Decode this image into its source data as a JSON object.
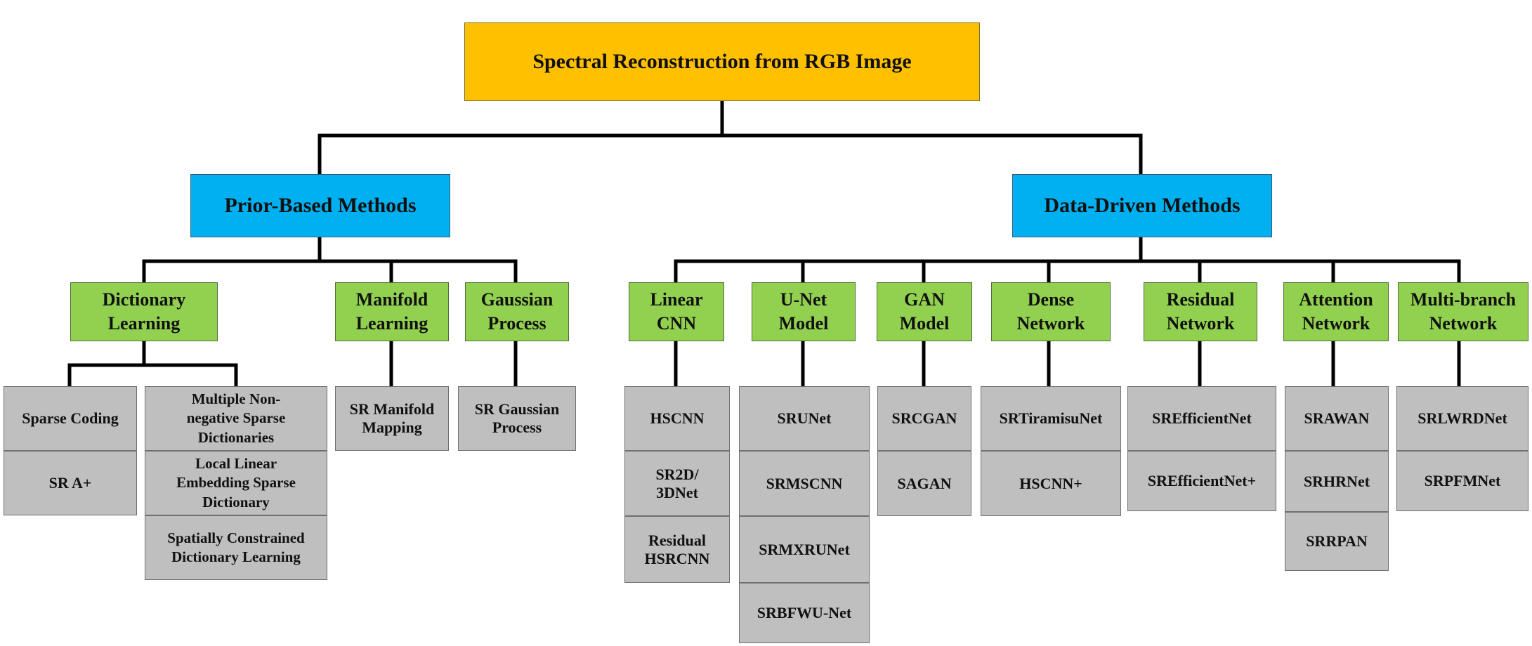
{
  "colors": {
    "root": "#ffc000",
    "category": "#00b0f0",
    "subcategory": "#92d050",
    "leaf": "#bfbfbf",
    "connector": "#000000"
  },
  "root": {
    "label": "Spectral Reconstruction from RGB Image"
  },
  "prior": {
    "label": "Prior-Based Methods",
    "dictionary": {
      "label": "Dictionary\nLearning",
      "sparse_coding": "Sparse Coding",
      "sr_aplus": "SR A+",
      "multiple_nonneg": "Multiple Non-\nnegative Sparse\nDictionaries",
      "local_linear": "Local Linear\nEmbedding Sparse\nDictionary",
      "spatially_constrained": "Spatially Constrained\nDictionary Learning"
    },
    "manifold": {
      "label": "Manifold\nLearning",
      "mapping": "SR Manifold\nMapping"
    },
    "gaussian": {
      "label": "Gaussian\nProcess",
      "process": "SR Gaussian\nProcess"
    }
  },
  "data": {
    "label": "Data-Driven Methods",
    "linear_cnn": {
      "label": "Linear\nCNN",
      "items": [
        "HSCNN",
        "SR2D/\n3DNet",
        "Residual\nHSRCNN"
      ]
    },
    "unet": {
      "label": "U-Net\nModel",
      "items": [
        "SRUNet",
        "SRMSCNN",
        "SRMXRUNet",
        "SRBFWU-Net"
      ]
    },
    "gan": {
      "label": "GAN\nModel",
      "items": [
        "SRCGAN",
        "SAGAN"
      ]
    },
    "dense": {
      "label": "Dense\nNetwork",
      "items": [
        "SRTiramisuNet",
        "HSCNN+"
      ]
    },
    "residual": {
      "label": "Residual\nNetwork",
      "items": [
        "SREfficientNet",
        "SREfficientNet+"
      ]
    },
    "attention": {
      "label": "Attention\nNetwork",
      "items": [
        "SRAWAN",
        "SRHRNet",
        "SRRPAN"
      ]
    },
    "multibranch": {
      "label": "Multi-branch\nNetwork",
      "items": [
        "SRLWRDNet",
        "SRPFMNet"
      ]
    }
  }
}
